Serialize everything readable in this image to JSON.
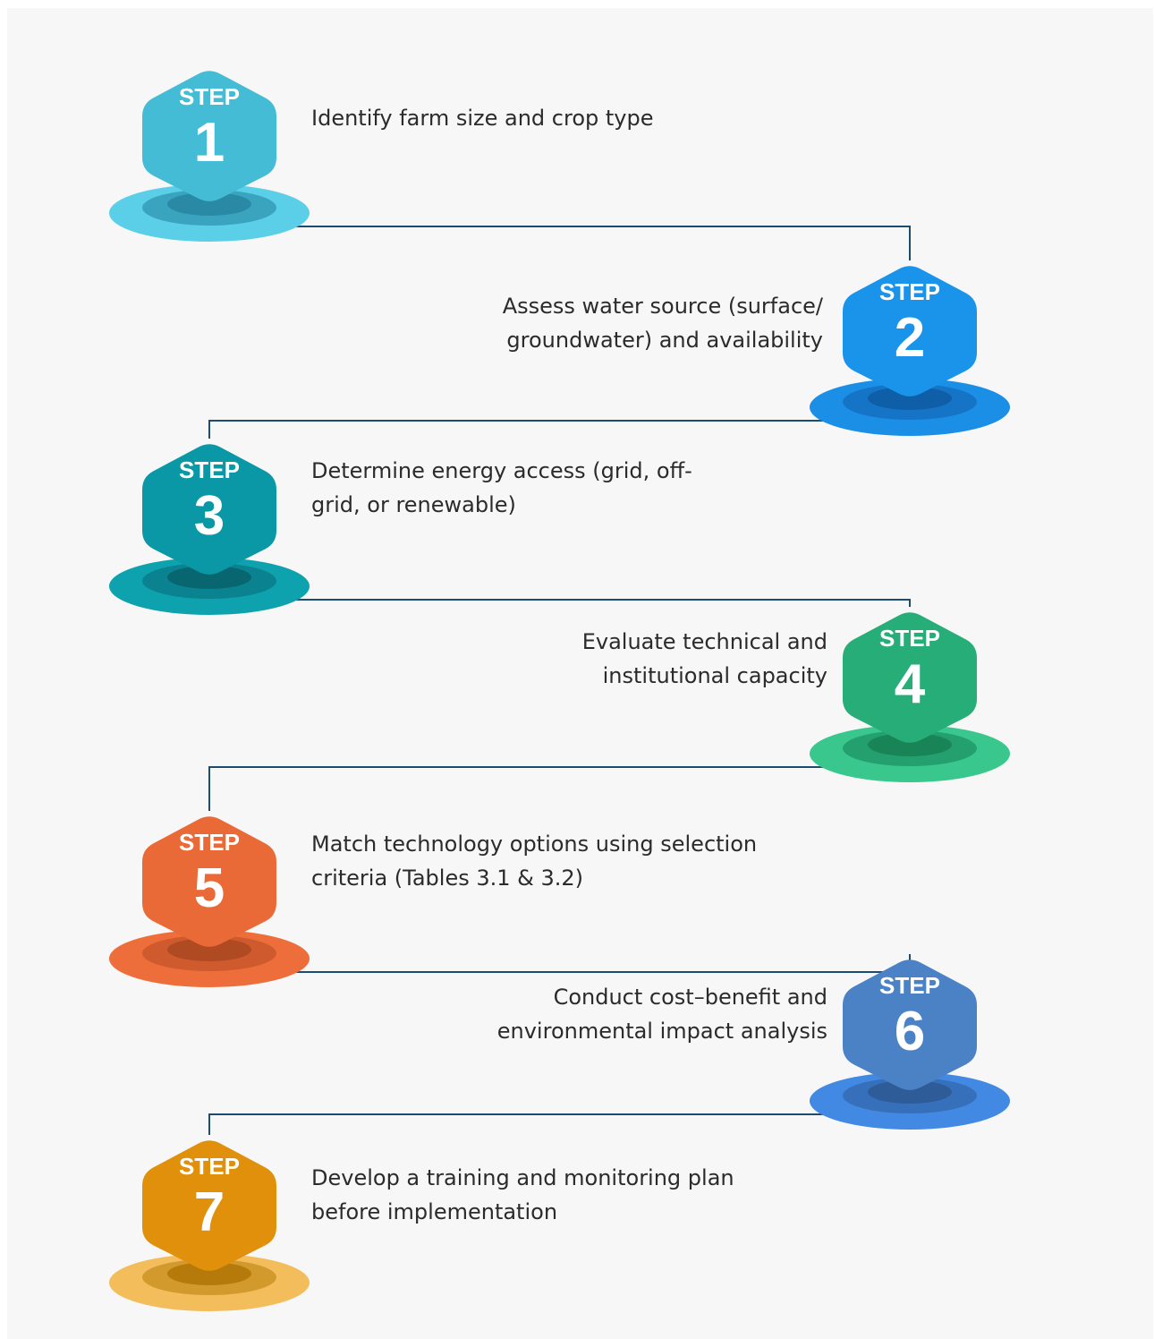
{
  "steps": [
    {
      "label": "STEP",
      "number": "1",
      "lines": [
        "Identify farm size and crop type"
      ],
      "side": "left",
      "colors": {
        "hex": "#45bcd6",
        "ring": "#5ccfe8",
        "inner": "#3aa4bf",
        "center": "#2a8aa5"
      }
    },
    {
      "label": "STEP",
      "number": "2",
      "lines": [
        "Assess water source (surface/",
        "groundwater) and availability"
      ],
      "side": "right",
      "colors": {
        "hex": "#1994ea",
        "ring": "#1b8ee6",
        "inner": "#1674c6",
        "center": "#0f5ea8"
      }
    },
    {
      "label": "STEP",
      "number": "3",
      "lines": [
        "Determine energy access (grid, off-",
        "grid, or renewable)"
      ],
      "side": "left",
      "colors": {
        "hex": "#0a98a6",
        "ring": "#0ea1ae",
        "inner": "#0b8290",
        "center": "#086670"
      }
    },
    {
      "label": "STEP",
      "number": "4",
      "lines": [
        "Evaluate technical and",
        "institutional capacity"
      ],
      "side": "right",
      "colors": {
        "hex": "#26ad78",
        "ring": "#3ac78d",
        "inner": "#23a06d",
        "center": "#198556"
      }
    },
    {
      "label": "STEP",
      "number": "5",
      "lines": [
        "Match technology options using selection",
        "criteria (Tables 3.1 & 3.2)"
      ],
      "side": "left",
      "colors": {
        "hex": "#e96a36",
        "ring": "#ee6e3b",
        "inner": "#cf5a2e",
        "center": "#b04a22"
      }
    },
    {
      "label": "STEP",
      "number": "6",
      "lines": [
        "Conduct cost–benefit and",
        "environmental impact analysis"
      ],
      "side": "right",
      "colors": {
        "hex": "#4b82c5",
        "ring": "#4189e2",
        "inner": "#3670ba",
        "center": "#2d5c98"
      }
    },
    {
      "label": "STEP",
      "number": "7",
      "lines": [
        "Develop a training and monitoring plan",
        "before implementation"
      ],
      "side": "left",
      "colors": {
        "hex": "#e0900b",
        "ring": "#f2bd5a",
        "inner": "#d29a2d",
        "center": "#b57a0a"
      }
    }
  ],
  "connector_color": "#1d4d6e"
}
